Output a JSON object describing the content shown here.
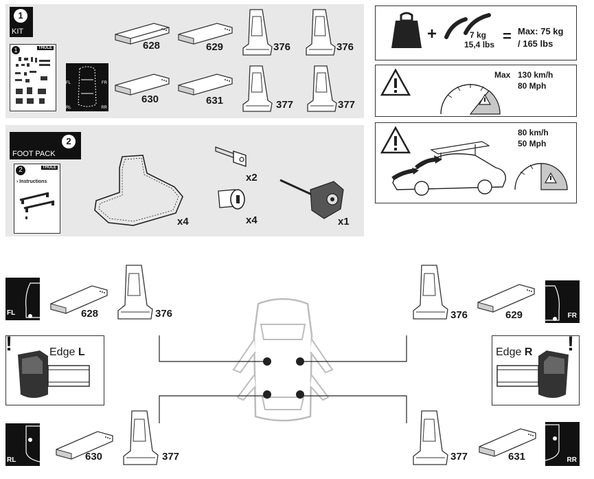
{
  "kit_panel": {
    "badge": "1",
    "title": "KIT",
    "parts": [
      {
        "code": "628"
      },
      {
        "code": "629"
      },
      {
        "code": "376"
      },
      {
        "code": "376"
      },
      {
        "code": "630"
      },
      {
        "code": "631"
      },
      {
        "code": "377"
      },
      {
        "code": "377"
      }
    ],
    "diagram_labels": {
      "fl": "FL",
      "fr": "FR",
      "rl": "RL",
      "rr": "RR"
    },
    "booklet_badge": "1",
    "booklet_brand": "THULE"
  },
  "foot_pack_panel": {
    "badge": "2",
    "title": "FOOT PACK",
    "booklet_badge": "2",
    "booklet_brand": "THULE",
    "booklet_text": "› Instructions",
    "qty_pad": "x4",
    "qty_key": "x2",
    "qty_lock": "x4",
    "qty_tool": "x1"
  },
  "load_panel": {
    "weight_kg": "7 kg",
    "weight_lbs": "15,4 lbs",
    "max_line1": "Max: 75 kg",
    "max_line2": "/ 165 lbs",
    "plus": "+",
    "equals": "="
  },
  "speed_panel": {
    "max_label": "Max",
    "kmh": "130 km/h",
    "mph": "80 Mph"
  },
  "wind_panel": {
    "kmh": "80 km/h",
    "mph": "50 Mph"
  },
  "positions": {
    "fl": {
      "label": "FL",
      "pad": "628",
      "foot": "376"
    },
    "fr": {
      "label": "FR",
      "pad": "629",
      "foot": "376"
    },
    "rl": {
      "label": "RL",
      "pad": "630",
      "foot": "377"
    },
    "rr": {
      "label": "RR",
      "pad": "631",
      "foot": "377"
    }
  },
  "edge_left": {
    "text": "Edge ",
    "side": "L",
    "warning": "!"
  },
  "edge_right": {
    "text": "Edge ",
    "side": "R",
    "warning": "!"
  },
  "colors": {
    "panel_bg": "#e8e8e8",
    "ink": "#1a1a1a",
    "gauge_gray": "#c8c8c8",
    "car_outline": "#bdbdbd"
  }
}
